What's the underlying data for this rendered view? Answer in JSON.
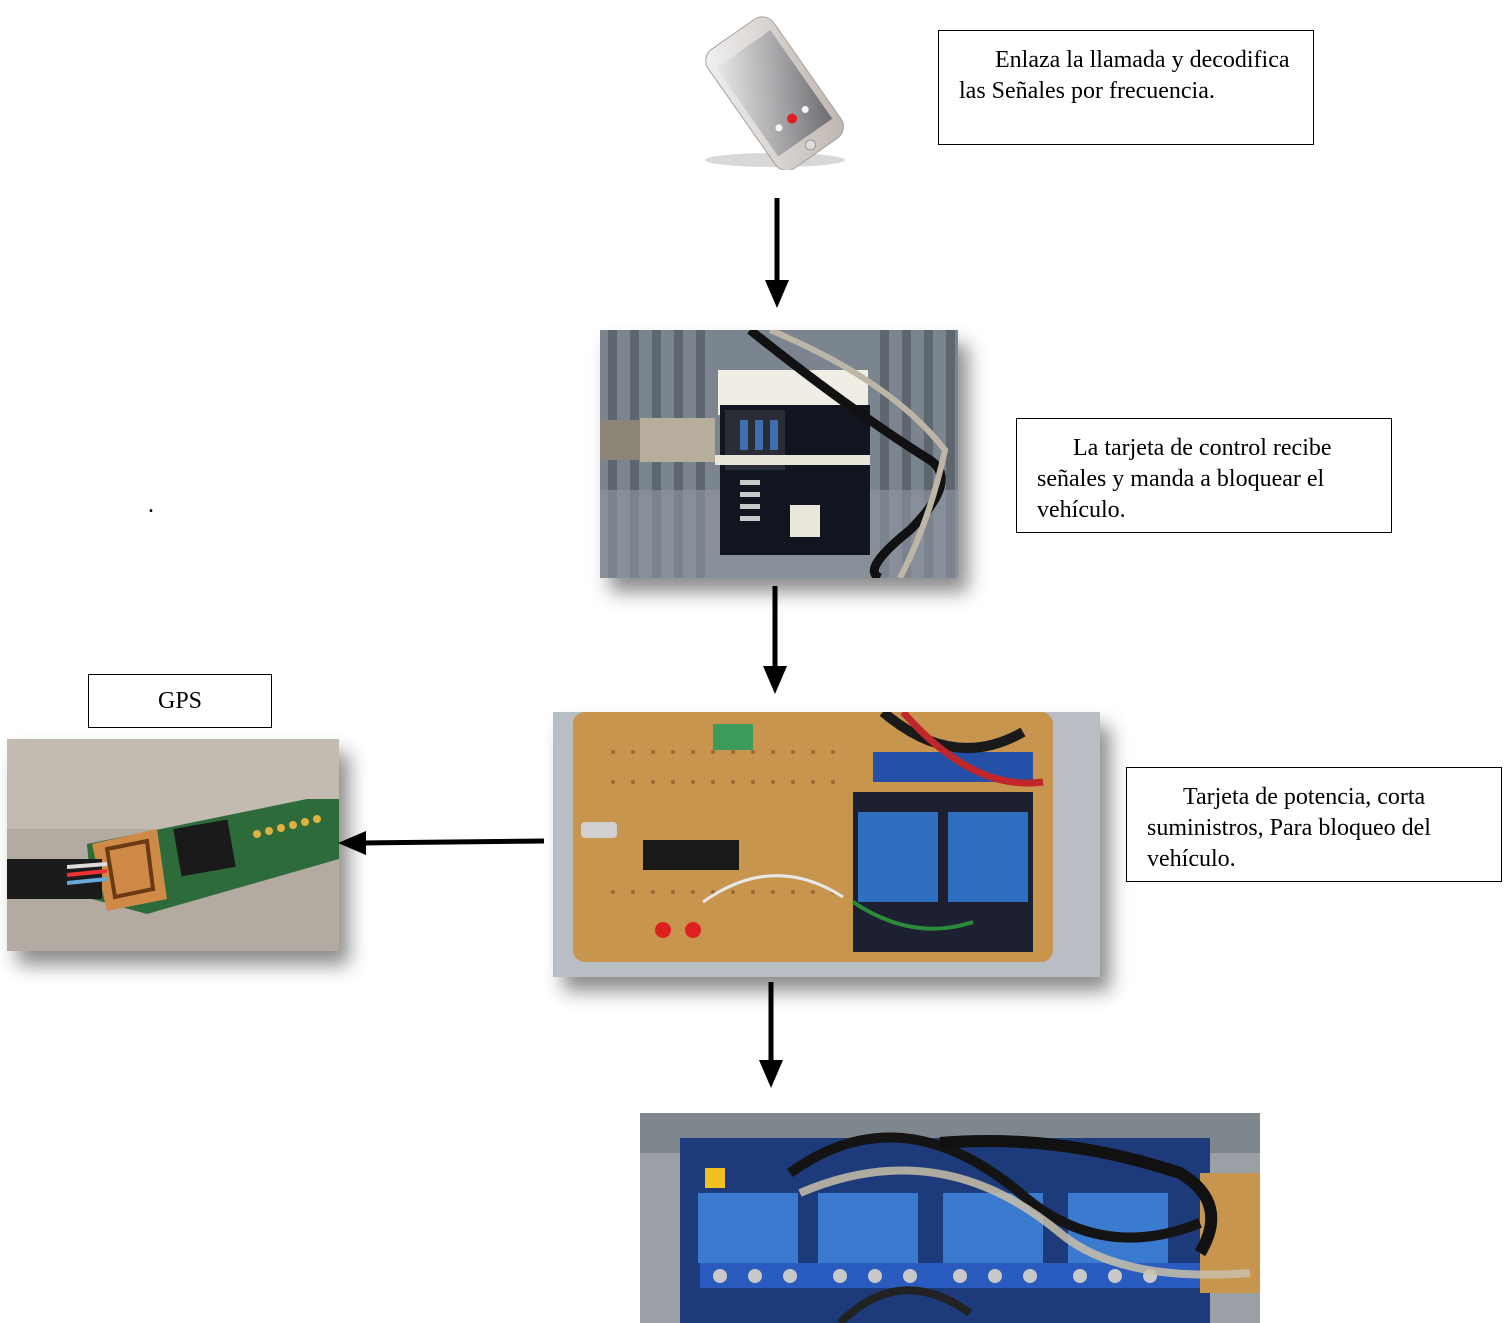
{
  "boxes": {
    "phone_caption": "Enlaza la llamada y decodifica las Señales por frecuencia.",
    "control_caption": "La tarjeta de control recibe señales y manda a bloquear el vehículo.",
    "power_caption": "Tarjeta de potencia, corta suministros, Para bloqueo del vehículo.",
    "gps_label": "GPS"
  },
  "stray_dot": ".",
  "colors": {
    "pcb_blue": "#1d4e9a",
    "perfboard": "#c8954f",
    "gps_pcb": "#2e6b3a",
    "relay_blue": "#2f6fc0"
  },
  "icons": [
    "smartphone-photo",
    "control-board-photo",
    "power-board-photo",
    "gps-module-photo",
    "relay-module-photo"
  ]
}
